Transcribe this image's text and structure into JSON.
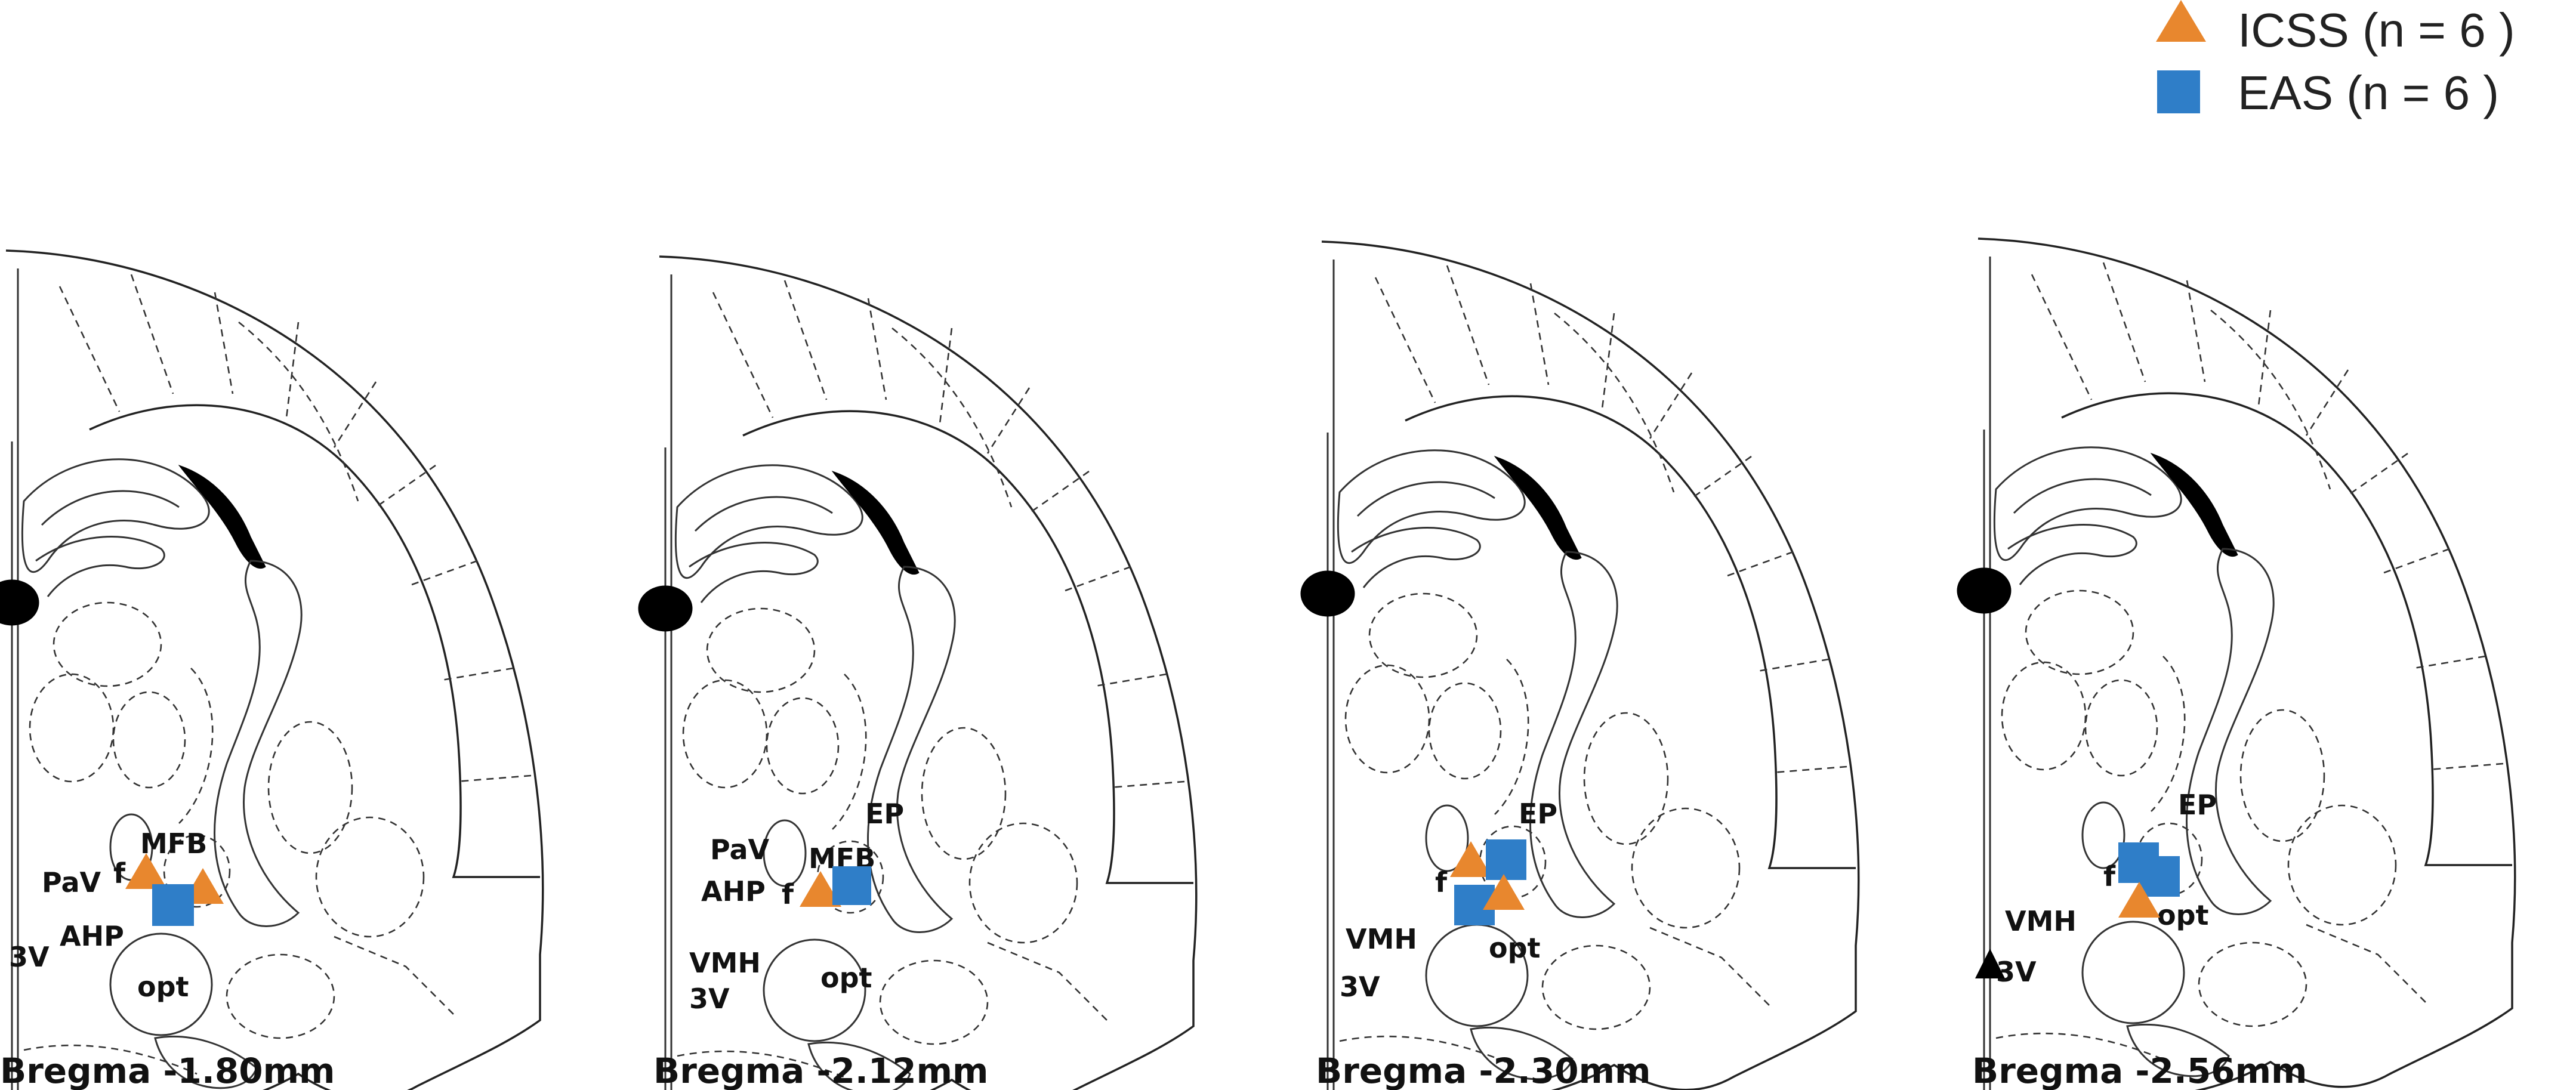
{
  "legend": [
    {
      "label": "ICSS (n = 6 )",
      "marker": "triangle",
      "color": "#E8872E"
    },
    {
      "label": "EAS  (n = 6 )",
      "marker": "square",
      "color": "#2F7EC8"
    }
  ],
  "panels": [
    {
      "caption": "Bregma -1.80mm",
      "labels": {
        "mfb": "MFB",
        "f": "f",
        "pav": "PaV",
        "ahp": "AHP",
        "v3": "3V",
        "opt": "opt"
      }
    },
    {
      "caption": "Bregma -2.12mm",
      "labels": {
        "ep": "EP",
        "pav": "PaV",
        "mfb": "MFB",
        "ahp": "AHP",
        "f": "f",
        "vmh": "VMH",
        "v3": "3V",
        "opt": "opt"
      }
    },
    {
      "caption": "Bregma -2.30mm",
      "labels": {
        "ep": "EP",
        "f": "f",
        "vmh": "VMH",
        "opt": "opt",
        "v3": "3V"
      }
    },
    {
      "caption": "Bregma -2.56mm",
      "labels": {
        "ep": "EP",
        "f": "f",
        "vmh": "VMH",
        "opt": "opt",
        "v3": "3V"
      }
    }
  ]
}
